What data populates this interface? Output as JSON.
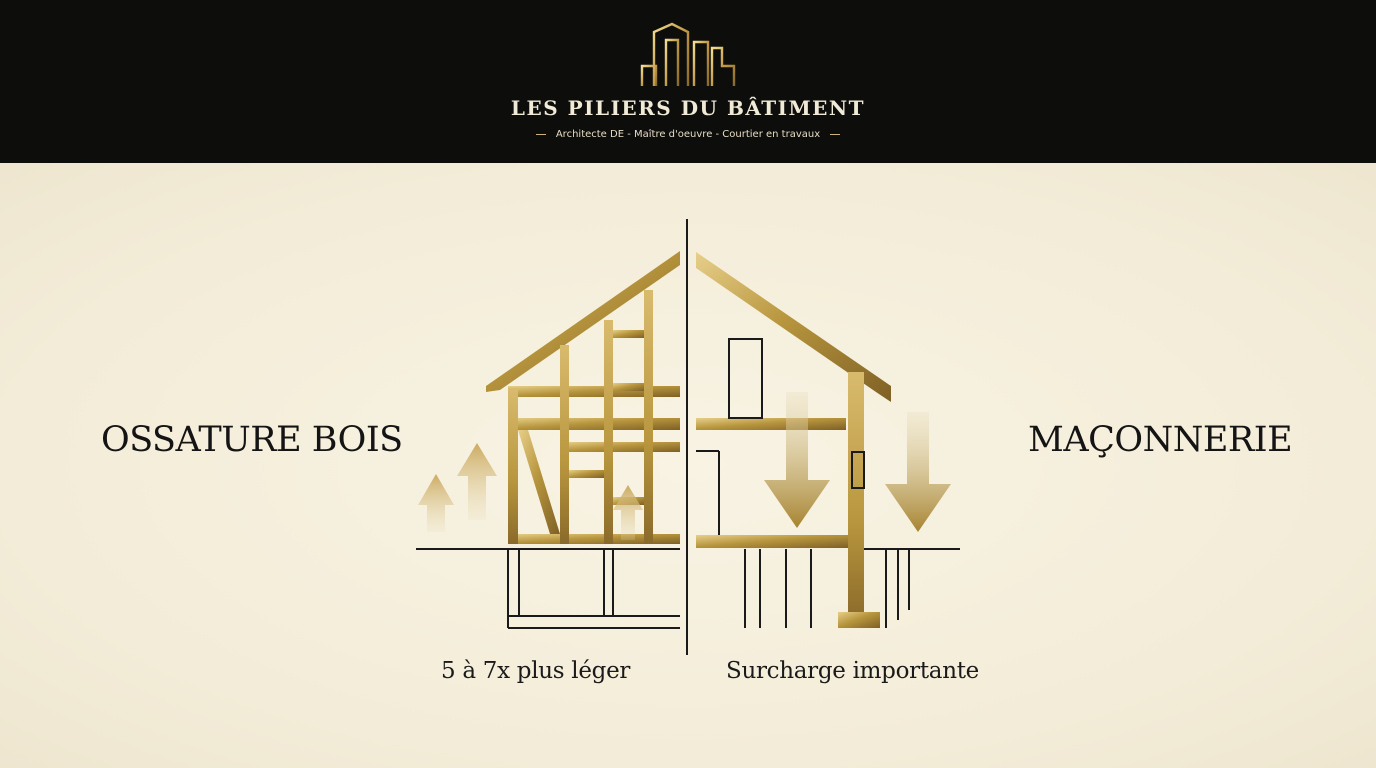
{
  "header": {
    "brand": "LES PILIERS DU BÂTIMENT",
    "tagline": "Architecte DE - Maître d'oeuvre - Courtier en travaux",
    "background": "#0d0d0c"
  },
  "diagram": {
    "left_label": "OSSATURE BOIS",
    "right_label": "MAÇONNERIE",
    "left_caption": "5 à 7x plus léger",
    "right_caption": "Surcharge importante",
    "accent_gold": "#b8963e",
    "line_color": "#1a1a1a",
    "background": "#f4eedb"
  }
}
